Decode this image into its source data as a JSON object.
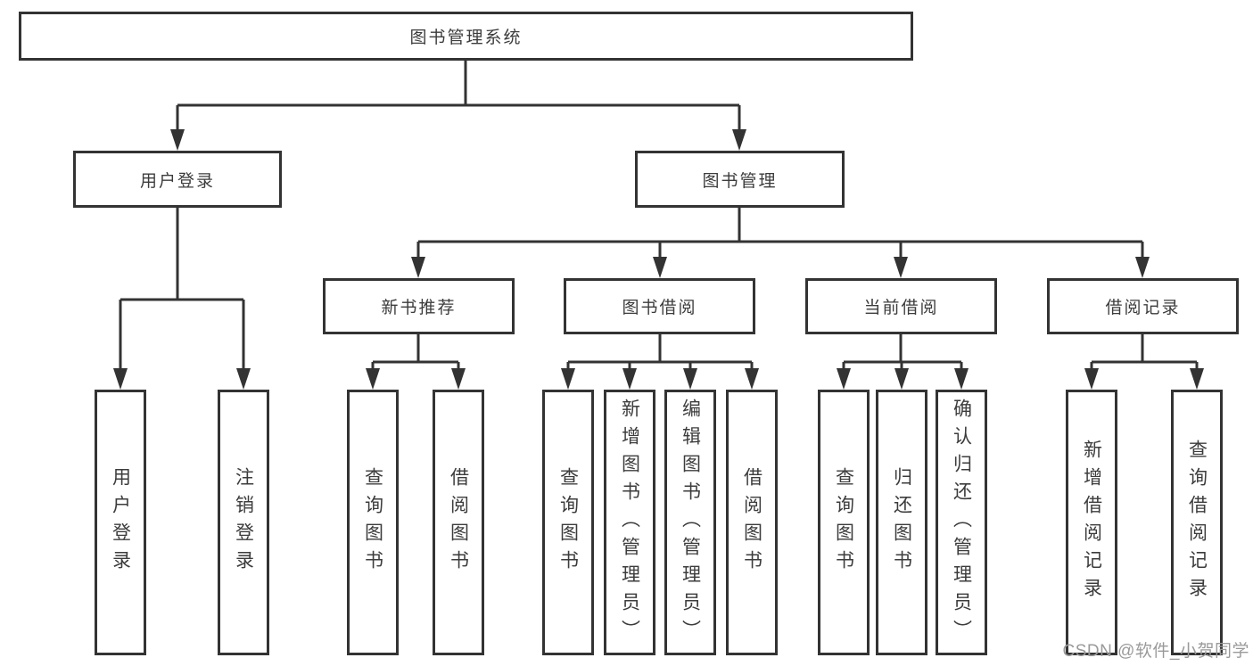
{
  "diagram": {
    "root": {
      "label": "图书管理系统"
    },
    "level1": [
      {
        "label": "用户登录"
      },
      {
        "label": "图书管理"
      }
    ],
    "level2": [
      {
        "label": "新书推荐"
      },
      {
        "label": "图书借阅"
      },
      {
        "label": "当前借阅"
      },
      {
        "label": "借阅记录"
      }
    ],
    "leaves": [
      {
        "label": "用户登录"
      },
      {
        "label": "注销登录"
      },
      {
        "label": "查询图书"
      },
      {
        "label": "借阅图书"
      },
      {
        "label": "查询图书"
      },
      {
        "label": "新增图书（管理员）"
      },
      {
        "label": "编辑图书（管理员）"
      },
      {
        "label": "借阅图书"
      },
      {
        "label": "查询图书"
      },
      {
        "label": "归还图书"
      },
      {
        "label": "确认归还（管理员）"
      },
      {
        "label": "新增借阅记录"
      },
      {
        "label": "查询借阅记录"
      }
    ]
  },
  "watermark": {
    "text": "CSDN @软件_小贺同学"
  },
  "colors": {
    "line": "#333333",
    "box_border": "#333333",
    "text": "#3c3c3c",
    "watermark": "#9a9a9a",
    "background": "#ffffff"
  }
}
